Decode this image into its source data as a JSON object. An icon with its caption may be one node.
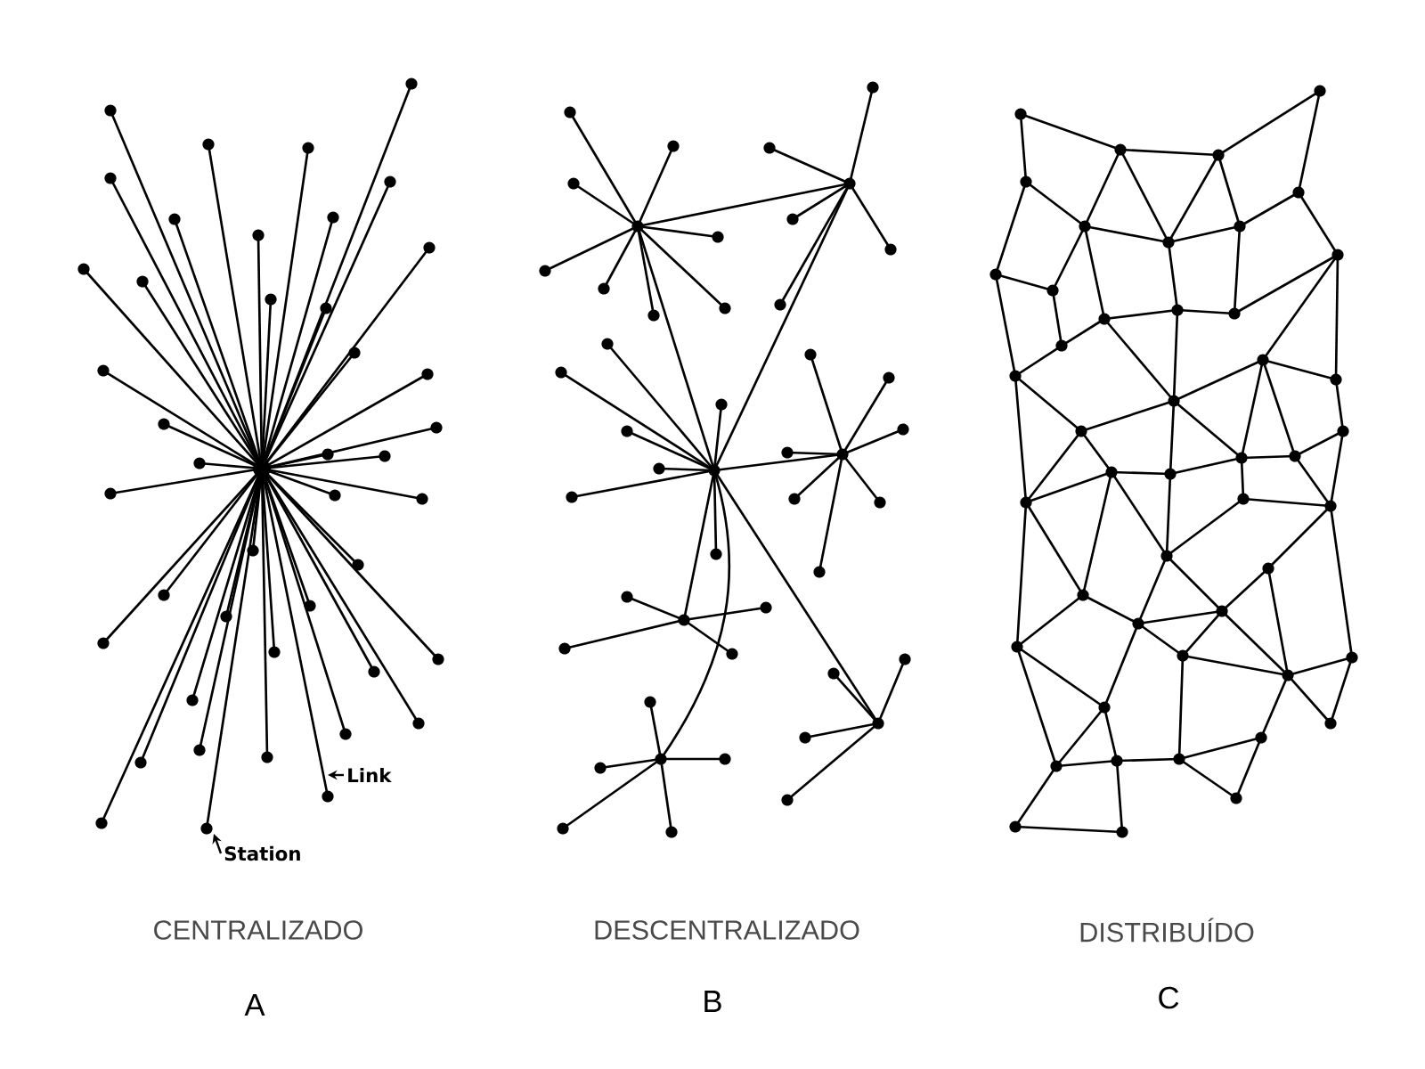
{
  "diagram": {
    "nodes": [
      {
        "text": [
          "Link"
        ]
      },
      {
        "text": [
          "Station"
        ]
      }
    ],
    "edges": [
      {
        "from": 0,
        "to": null,
        "arrow": "to"
      },
      {
        "from": 1,
        "to": null,
        "arrow": "to"
      }
    ],
    "labels": [
      "CENTRALIZADO",
      "DESCENTRALIZADO",
      "DISTRIBUÍDO",
      "A",
      "B",
      "C"
    ]
  }
}
